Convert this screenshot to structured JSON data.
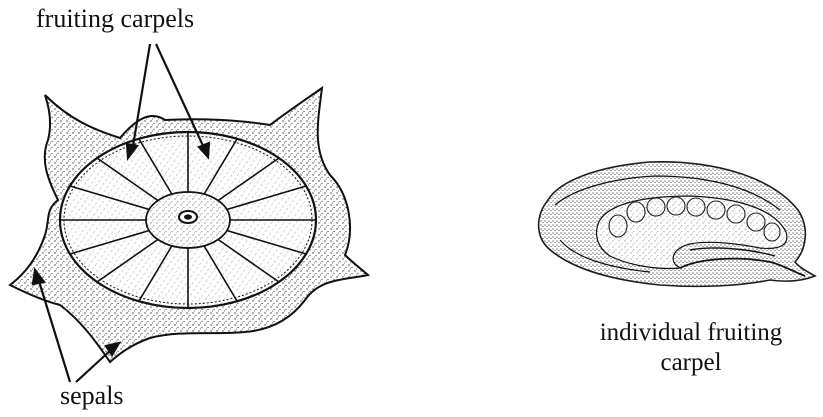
{
  "diagram": {
    "labels": {
      "fruiting_carpels": "fruiting carpels",
      "sepals": "sepals",
      "individual_line1": "individual fruiting",
      "individual_line2": "carpel"
    },
    "colors": {
      "ink": "#111111",
      "stipple": "#3a3a3a",
      "background": "#ffffff"
    },
    "carpel_count": 16,
    "small_carpel_lobes": 9
  }
}
